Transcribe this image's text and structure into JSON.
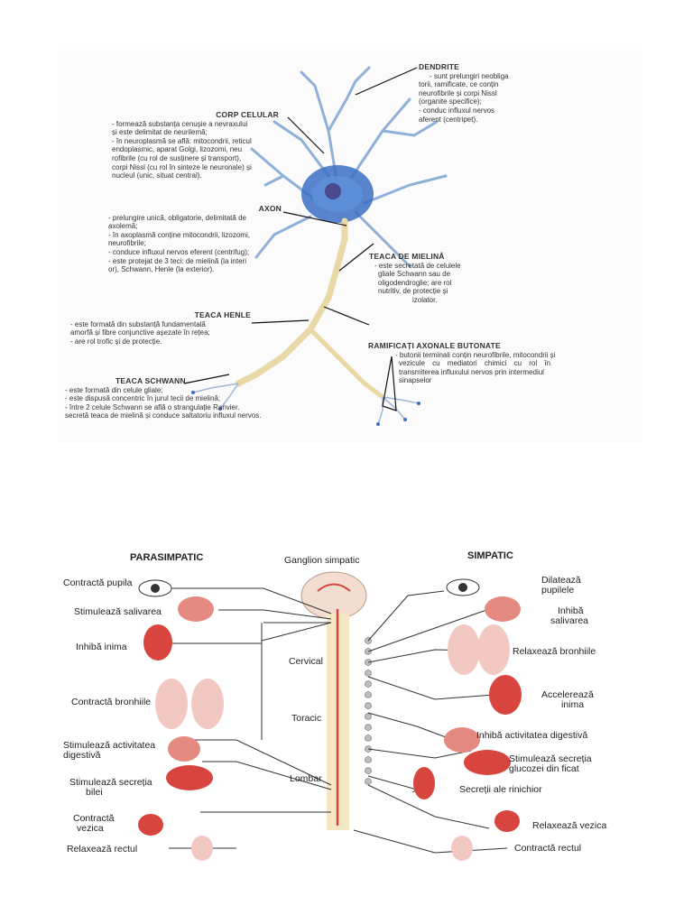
{
  "neuron": {
    "dendrite": {
      "title": "DENDRITE",
      "lines": [
        "- sunt prelungiri neobliga",
        "torii, ramificate, ce conțin",
        "neurofibrile și corpi Nissl",
        "(organite specifice);",
        "- conduc influxul nervos",
        "aferent (centripet)."
      ]
    },
    "corp_celular": {
      "title": "CORP CELULAR",
      "lines": [
        "- formează substanța cenușie a nevraxului",
        "și este delimitat de neurilemă;",
        "- în neuroplasmă se află: mitocondrii, reticul",
        "endoplasmic, aparat Golgi, lizozomi, neu",
        "rofibrile (cu rol de susținere și transport),",
        "corpi Nissl (cu rol în sinteze le neuronale) și",
        "nucleul (unic, situat central)."
      ]
    },
    "axon": {
      "title": "AXON",
      "lines": [
        "- prelungire unică, obligatorie, delimitată de",
        "axolemă;",
        "- în axoplasmă conține mitocondrii, lizozomi,",
        "neurofibrile;",
        "- conduce influxul nervos eferent (centrifug);",
        "- este protejat de 3 teci: de mielină (la interi",
        "or), Schwann, Henle (la exterior)."
      ]
    },
    "teaca_mielina": {
      "title": "TEACA DE MIELINĂ",
      "lines": [
        "- este secretată de celulele",
        "gliale Schwann sau de",
        "oligodendroglie; are rol",
        "nutritiv, de protecție și",
        "izolator."
      ]
    },
    "teaca_henle": {
      "title": "TEACA HENLE",
      "lines": [
        "- este formată din substanță fundamentală",
        "amorfă și fibre conjunctive așezate în rețea;",
        "- are rol trofic și de protecție."
      ]
    },
    "ramificatii": {
      "title": "RAMIFICAȚI AXONALE BUTONATE",
      "lines": [
        "- butonii terminali conțin neurofibrile, mitocondrii și",
        "vezicule cu mediatori chimici cu rol în",
        "transmiterea influxului nervos prin intermediul",
        "sinapselor"
      ]
    },
    "teaca_schwann": {
      "title": "TEACA SCHWANN",
      "lines": [
        "- este formată din celule gliale;",
        "- este dispusă concentric în jurul tecii de mielină;",
        "- între 2 celule Schwann se află o strangulație Ranvier.",
        "secretă teaca de mielină și conduce saltatoriu influxul nervos."
      ]
    }
  },
  "ans": {
    "parasimpatic_title": "PARASIMPATIC",
    "simpatic_title": "SIMPATIC",
    "ganglion": "Ganglion simpatic",
    "cervical": "Cervical",
    "toracic": "Toracic",
    "lombar": "Lombar",
    "left": {
      "contracta_pupila": "Contractă pupila",
      "stimuleaza_salivarea": "Stimulează salivarea",
      "inhiba_inima": "Inhibă inima",
      "contracta_bronhiile": "Contractă bronhiile",
      "stim_digestiva_1": "Stimulează activitatea",
      "stim_digestiva_2": "digestivă",
      "stim_bilei_1": "Stimulează secreția",
      "stim_bilei_2": "bilei",
      "contracta_vezica_1": "Contractă",
      "contracta_vezica_2": "vezica",
      "relaxeaza_rectul": "Relaxează rectul"
    },
    "right": {
      "dilateaza_1": "Dilatează",
      "dilateaza_2": "pupilele",
      "inhiba_sal_1": "Inhibă",
      "inhiba_sal_2": "salivarea",
      "relaxeaza_bronhiile": "Relaxează bronhiile",
      "accelereaza_1": "Accelerează",
      "accelereaza_2": "inima",
      "inhiba_digestiva": "Inhibă activitatea digestivă",
      "stim_glucoza_1": "Stimulează secreția",
      "stim_glucoza_2": "glucozei din ficat",
      "secretii_rinichi": "Secreții ale rinichior",
      "relaxeaza_vezica": "Relaxează vezica",
      "contracta_rectul": "Contractă rectul"
    }
  },
  "colors": {
    "neuron_blue": "#3a6fc4",
    "organ_red": "#d8453f",
    "spine": "#f3e7c4",
    "lines": "#333333"
  }
}
